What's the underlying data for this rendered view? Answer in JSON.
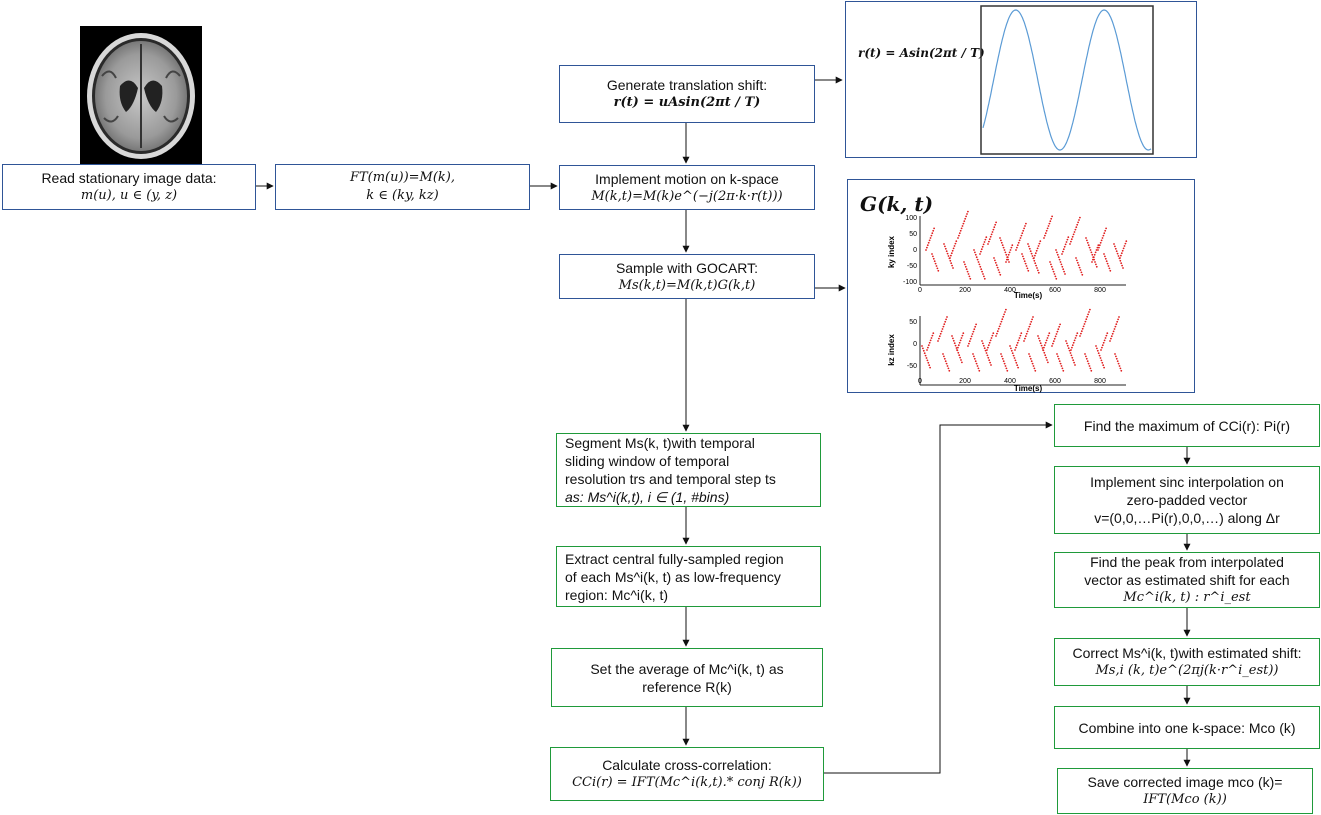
{
  "left_chain": {
    "read": {
      "line1": "Read stationary image data:",
      "line2": "m(u), u ∈ (y, z)"
    },
    "ft": {
      "line1": "FT(m(u))=M(k),",
      "line2": "k ∈ (ky, kz)"
    }
  },
  "main_chain": {
    "generate": {
      "line1": "Generate translation shift:",
      "line2": "r(t) = uAsin(2πt / T)"
    },
    "implement": {
      "line1": "Implement motion on k-space",
      "line2": "M(k,t)=M(k)e^(−j(2π·k·r(t)))"
    },
    "sample": {
      "line1": "Sample with GOCART:",
      "line2": "Ms(k,t)=M(k,t)G(k,t)"
    }
  },
  "shift_plot": {
    "formula": "r(t) = Asin(2πt / T)",
    "color": "#5b9bd5"
  },
  "gocart_panel": {
    "title": "G(k, t)",
    "top": {
      "ylabel": "ky index",
      "xlabel": "Time(s)",
      "yticks": [
        "100",
        "50",
        "0",
        "-50",
        "-100"
      ],
      "xticks": [
        "0",
        "200",
        "400",
        "600",
        "800"
      ]
    },
    "bottom": {
      "ylabel": "kz index",
      "xlabel": "Time(s)",
      "yticks": [
        "50",
        "0",
        "-50"
      ],
      "xticks": [
        "0",
        "200",
        "400",
        "600",
        "800"
      ]
    },
    "color": "#e02020"
  },
  "green_left": {
    "segment": {
      "l1": "Segment Ms(k, t)with temporal",
      "l2": "sliding window of temporal",
      "l3": "resolution trs and temporal step ts",
      "l4": "as: Ms^i(k,t), i ∈ (1, #bins)"
    },
    "extract": {
      "l1": "Extract central fully-sampled region",
      "l2": "of each Ms^i(k, t) as low-frequency",
      "l3": "region: Mc^i(k, t)"
    },
    "average": {
      "l1": "Set the average of Mc^i(k, t) as",
      "l2": "reference R(k)"
    },
    "crosscorr": {
      "l1": "Calculate cross-correlation:",
      "l2": "CCi(r) = IFT(Mc^i(k,t).* conj R(k))"
    }
  },
  "green_right": {
    "max": {
      "l1": "Find the maximum of CCi(r): Pi(r)"
    },
    "sinc": {
      "l1": "Implement sinc interpolation on",
      "l2": "zero-padded vector",
      "l3": "v=(0,0,…Pi(r),0,0,…) along Δr"
    },
    "peak": {
      "l1": "Find the peak from interpolated",
      "l2": "vector as estimated shift for each",
      "l3": "Mc^i(k, t) : r^i_est"
    },
    "correct": {
      "l1": "Correct Ms^i(k, t)with estimated shift:",
      "l2": "Ms,i (k, t)e^(2πj(k·r^i_est))"
    },
    "combine": {
      "l1": "Combine into one k-space: Mco (k)"
    },
    "save": {
      "l1": "Save corrected image mco (k)=",
      "l2": "IFT(Mco (k))"
    }
  }
}
